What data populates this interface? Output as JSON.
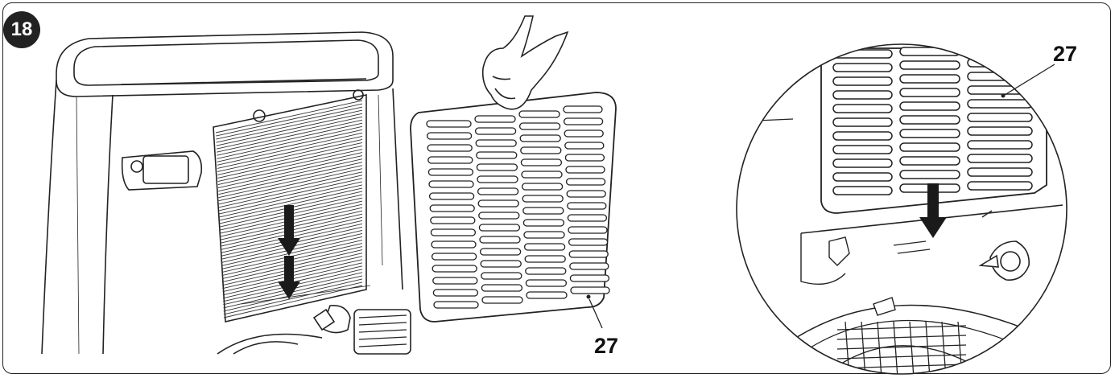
{
  "step": {
    "number": "18"
  },
  "callouts": {
    "left_part": "27",
    "zoom_part": "27"
  },
  "colors": {
    "ink": "#222222",
    "paper": "#ffffff",
    "shade": "#e4e4e4"
  }
}
